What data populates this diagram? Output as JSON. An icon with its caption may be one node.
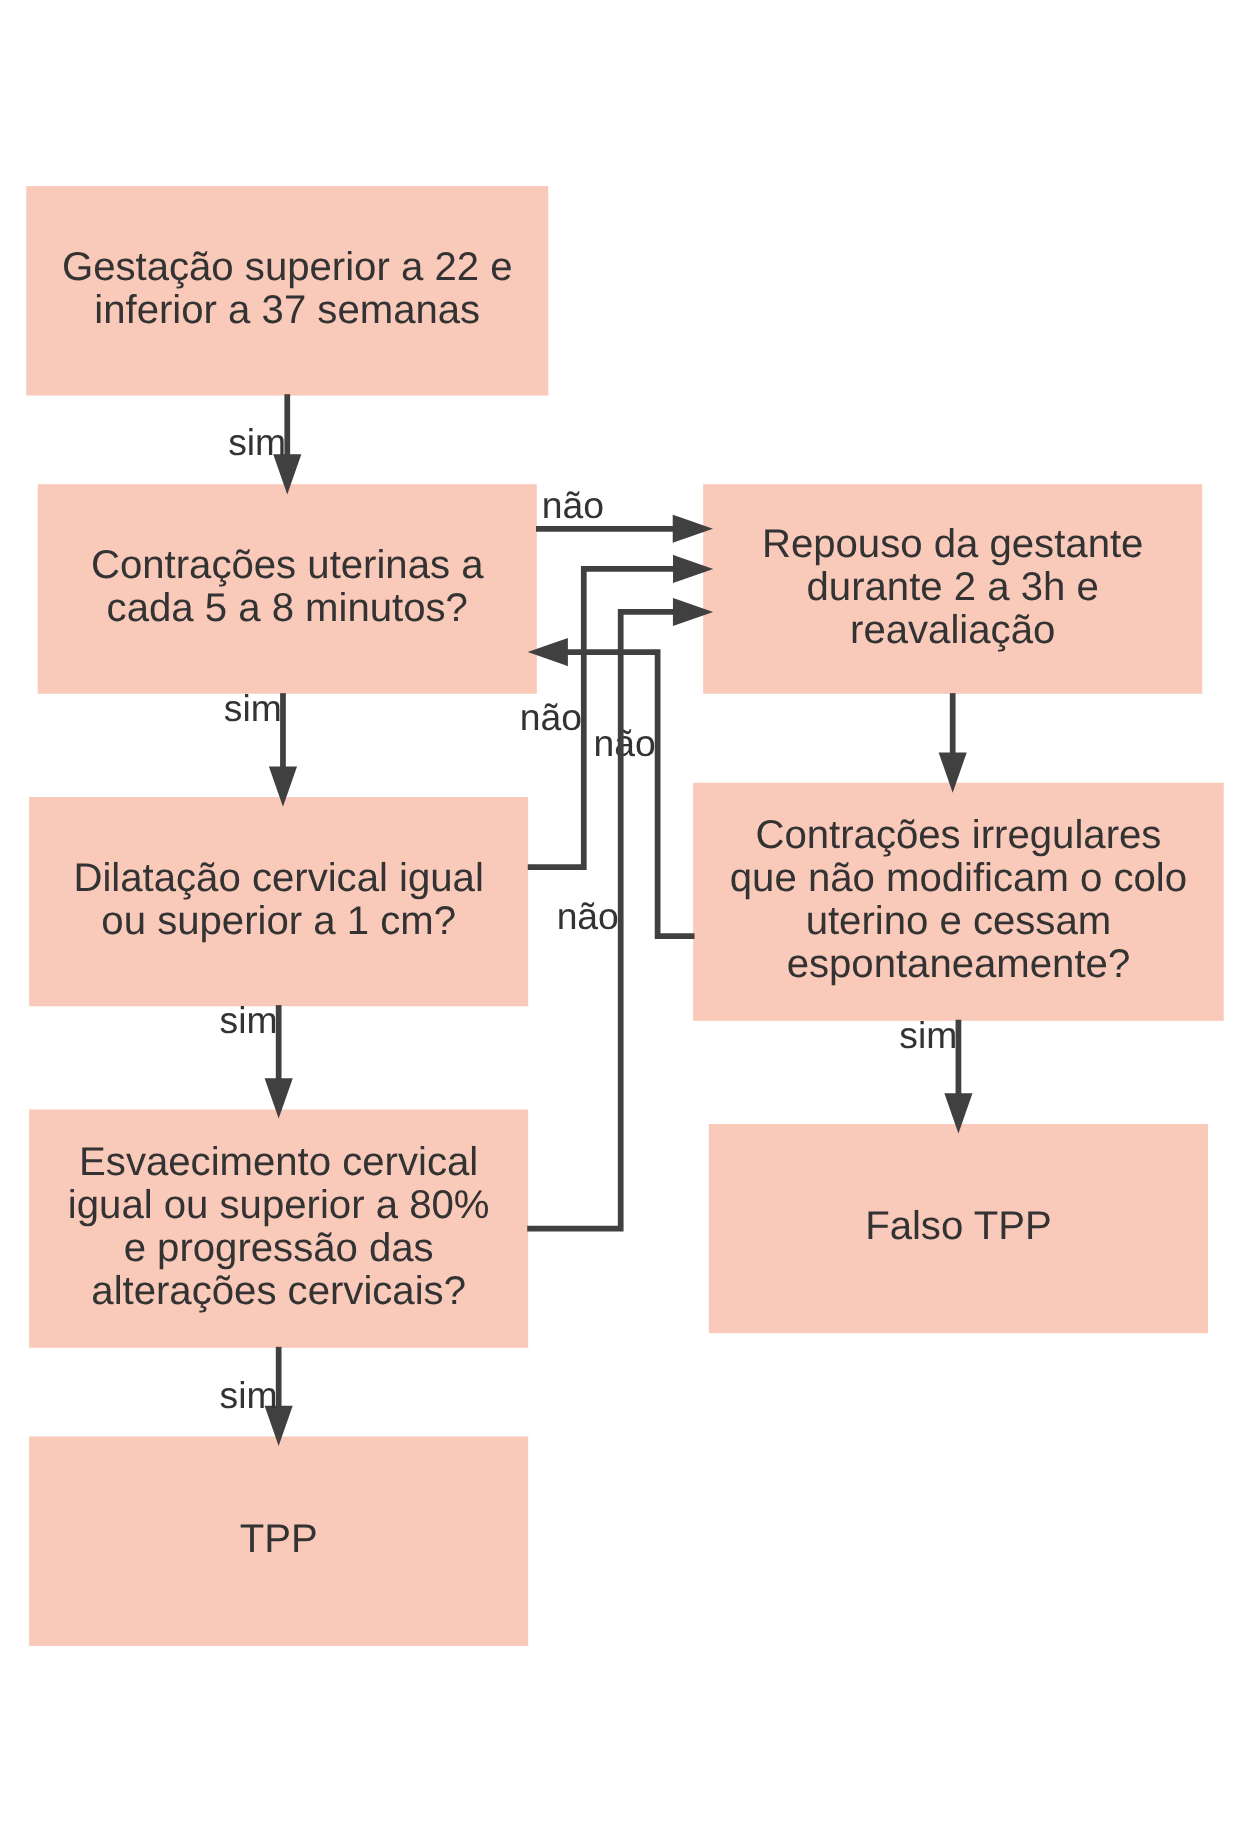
{
  "diagram": {
    "nodes": [
      {
        "text": [
          "Gestação superior a 22 e inferior a 37 semanas"
        ]
      },
      {
        "text": [
          "Contrações uterinas a cada 5 a 8 minutos?"
        ]
      },
      {
        "text": [
          "Repouso da gestante durante 2 a 3h e reavaliação"
        ]
      },
      {
        "text": [
          "Dilatação cervical igual ou superior a 1 cm?"
        ]
      },
      {
        "text": [
          "Contrações irregulares que não modificam o colo uterino e cessam espontaneamente?"
        ]
      },
      {
        "text": [
          "Esvaecimento cervical igual ou superior a 80% e progressão das alterações cervicais?"
        ]
      },
      {
        "text": [
          "Falso TPP"
        ]
      },
      {
        "text": [
          "TPP"
        ]
      }
    ],
    "edges": [
      {
        "from": 0,
        "to": 1,
        "arrow": "to",
        "label": "sim"
      },
      {
        "from": 1,
        "to": 3,
        "arrow": "to",
        "label": "sim"
      },
      {
        "from": 3,
        "to": 5,
        "arrow": "to",
        "label": "sim"
      },
      {
        "from": 5,
        "to": 7,
        "arrow": "to",
        "label": "sim"
      },
      {
        "from": 1,
        "to": 2,
        "arrow": "to",
        "label": "não"
      },
      {
        "from": 3,
        "to": 2,
        "arrow": "to",
        "label": "não"
      },
      {
        "from": 5,
        "to": 2,
        "arrow": "to",
        "label": "não"
      },
      {
        "from": 2,
        "to": 4,
        "arrow": "to"
      },
      {
        "from": 4,
        "to": 6,
        "arrow": "to",
        "label": "sim"
      },
      {
        "from": 4,
        "to": 1,
        "arrow": "to",
        "label": "não"
      }
    ]
  }
}
